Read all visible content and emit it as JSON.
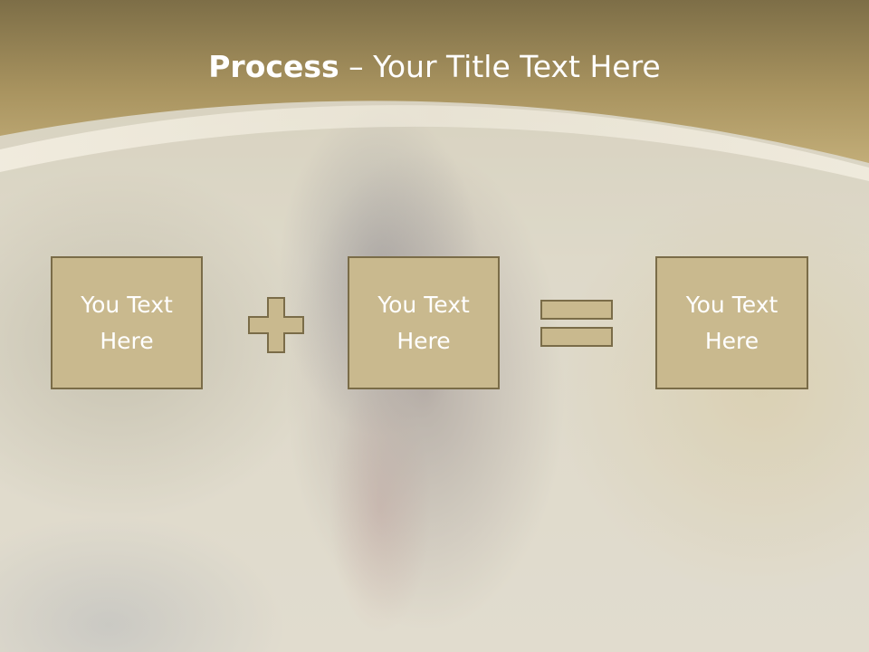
{
  "slide": {
    "title_bold": "Process",
    "title_rest": " – Your Title Text Here",
    "boxes": [
      {
        "text": "You Text\nHere"
      },
      {
        "text": "You Text\nHere"
      },
      {
        "text": "You Text\nHere"
      }
    ],
    "operators": [
      "plus-icon",
      "equals-icon"
    ],
    "colors": {
      "header": "#a8935f",
      "box_fill": "#c9b98e",
      "box_border": "#7a6c48",
      "text": "#ffffff"
    }
  }
}
